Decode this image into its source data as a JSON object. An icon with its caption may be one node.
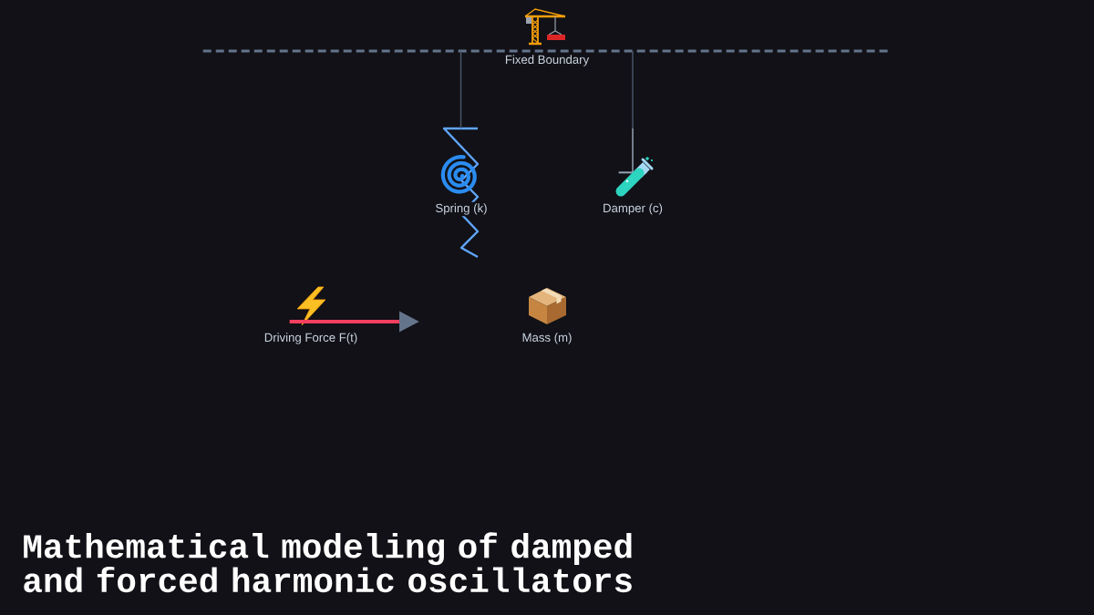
{
  "diagram": {
    "title": "Mathematical modeling of damped and forced harmonic oscillators",
    "nodes": [
      {
        "text": [
          "Fixed Boundary"
        ]
      },
      {
        "text": [
          "Spring (k)"
        ]
      },
      {
        "text": [
          "Damper (c)"
        ]
      },
      {
        "text": [
          "Driving Force F(t)"
        ]
      },
      {
        "text": [
          "Mass (m)"
        ]
      }
    ],
    "edges": [
      {
        "from": 0,
        "to": 1,
        "arrow": "none"
      },
      {
        "from": 0,
        "to": 2,
        "arrow": "none"
      },
      {
        "from": 3,
        "to": null,
        "arrow": "to",
        "style": "thick",
        "color": "#f43f5e"
      }
    ]
  }
}
